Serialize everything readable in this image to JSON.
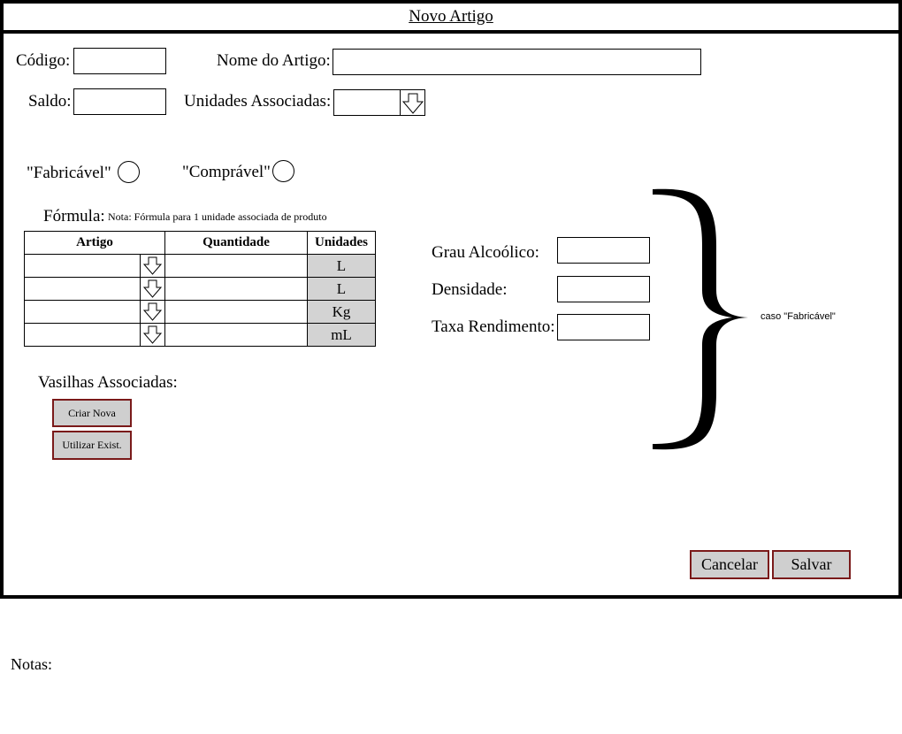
{
  "window": {
    "title": "Novo Artigo"
  },
  "form": {
    "codigo_label": "Código:",
    "codigo_value": "",
    "nome_label": "Nome do Artigo:",
    "nome_value": "",
    "saldo_label": "Saldo:",
    "saldo_value": "",
    "unidades_label": "Unidades Associadas:",
    "unidades_value": ""
  },
  "options": {
    "fabricavel_label": "\"Fabricável\"",
    "compravel_label": "\"Comprável\""
  },
  "formula": {
    "label": "Fórmula:",
    "note": "Nota: Fórmula para 1 unidade associada  de produto",
    "headers": [
      "Artigo",
      "Quantidade",
      "Unidades"
    ],
    "rows": [
      {
        "artigo": "",
        "quantidade": "",
        "unidade": "L"
      },
      {
        "artigo": "",
        "quantidade": "",
        "unidade": "L"
      },
      {
        "artigo": "",
        "quantidade": "",
        "unidade": "Kg"
      },
      {
        "artigo": "",
        "quantidade": "",
        "unidade": "mL"
      }
    ]
  },
  "vasilhas": {
    "label": "Vasilhas Associadas:",
    "criar_label": "Criar Nova",
    "utilizar_label": "Utilizar Exist."
  },
  "fabricavel_fields": {
    "grau_label": "Grau Alcoólico:",
    "grau_value": "",
    "densidade_label": "Densidade:",
    "densidade_value": "",
    "taxa_label": "Taxa Rendimento:",
    "taxa_value": "",
    "brace_note": "caso \"Fabricável\""
  },
  "actions": {
    "cancelar_label": "Cancelar",
    "salvar_label": "Salvar"
  },
  "footer": {
    "notas_label": "Notas:"
  }
}
